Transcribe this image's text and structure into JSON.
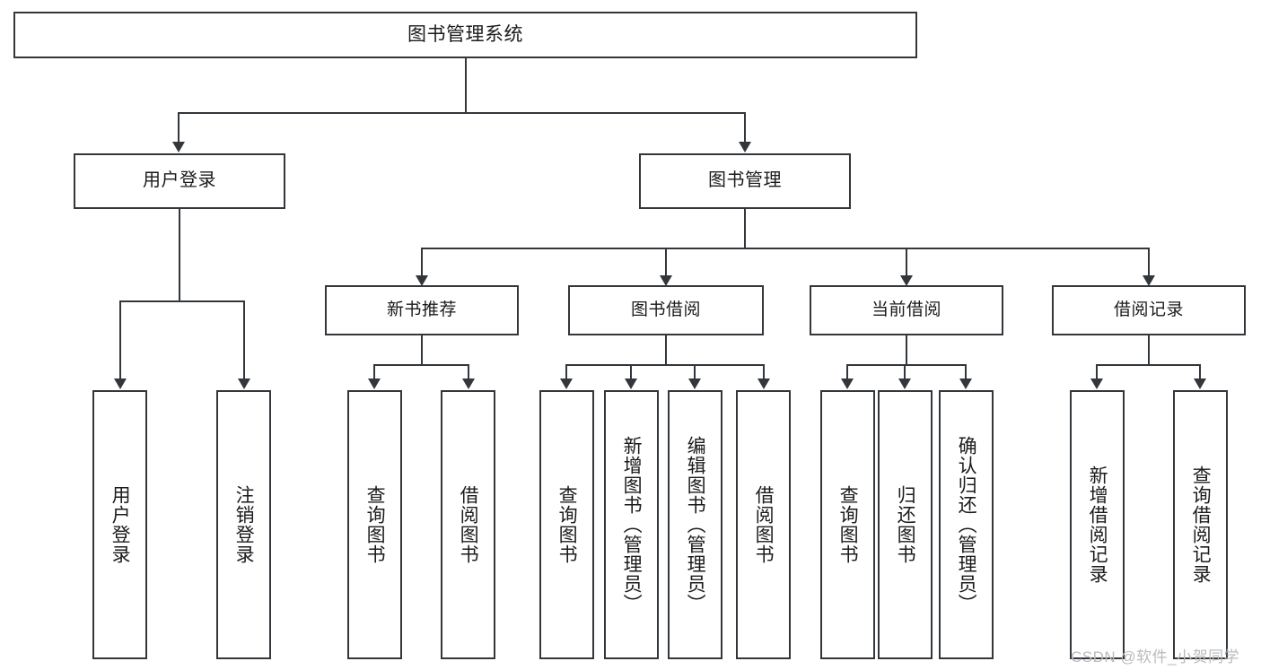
{
  "diagram": {
    "title": "图书管理系统",
    "root": {
      "label": "图书管理系统"
    },
    "level1": [
      {
        "label": "用户登录"
      },
      {
        "label": "图书管理"
      }
    ],
    "level2": [
      {
        "label": "新书推荐"
      },
      {
        "label": "图书借阅"
      },
      {
        "label": "当前借阅"
      },
      {
        "label": "借阅记录"
      }
    ],
    "leaves": {
      "user_login": [
        {
          "label": "用户登录"
        },
        {
          "label": "注销登录"
        }
      ],
      "new_book": [
        {
          "label": "查询图书"
        },
        {
          "label": "借阅图书"
        }
      ],
      "borrow_book": [
        {
          "label": "查询图书"
        },
        {
          "label": "新增图书（管理员）"
        },
        {
          "label": "编辑图书（管理员）"
        },
        {
          "label": "借阅图书"
        }
      ],
      "current_borrow": [
        {
          "label": "查询图书"
        },
        {
          "label": "归还图书"
        },
        {
          "label": "确认归还（管理员）"
        }
      ],
      "borrow_record": [
        {
          "label": "新增借阅记录"
        },
        {
          "label": "查询借阅记录"
        }
      ]
    }
  },
  "watermark": {
    "text": "CSDN @软件_小贺同学"
  },
  "colors": {
    "stroke": "#33373b",
    "fill": "#ffffff",
    "text": "#1b1b1b",
    "watermark": "#b9bbbd"
  }
}
